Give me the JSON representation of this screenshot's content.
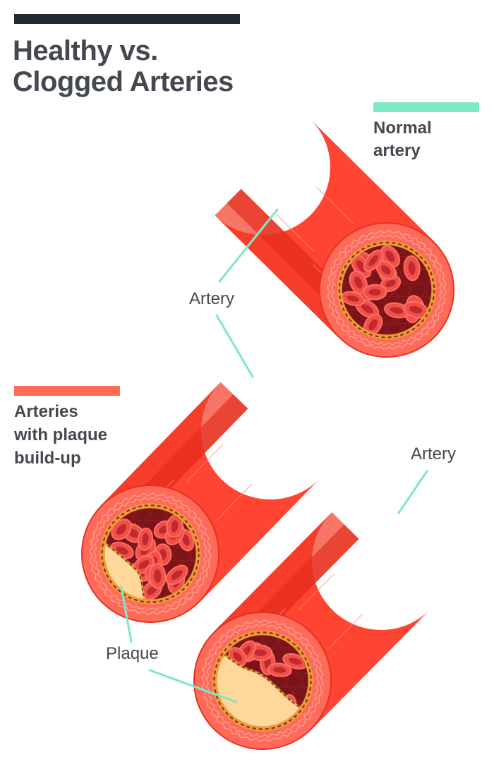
{
  "title": {
    "line1": "Healthy vs.",
    "line2": "Clogged Arteries"
  },
  "legend": {
    "normal": {
      "line1": "Normal",
      "line2": "artery",
      "color": "#7ee8c8"
    },
    "plaque": {
      "line1": "Arteries",
      "line2": "with plaque",
      "line3": "build-up",
      "color": "#ff6a55"
    }
  },
  "callouts": {
    "artery_top": "Artery",
    "artery_right": "Artery",
    "plaque": "Plaque"
  },
  "colors": {
    "title_bar": "#232a35",
    "text": "#444950",
    "leader": "#7ee8c8",
    "artery": "#ff4431",
    "artery_dark": "#e8301f",
    "plaque": "#ffd79a",
    "blood": "#7a1418",
    "cell": "#f05048"
  }
}
